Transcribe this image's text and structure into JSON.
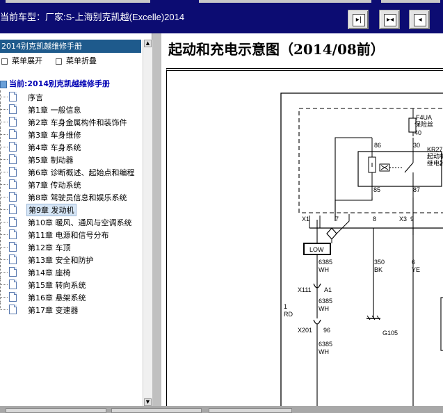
{
  "window": {
    "title": "当前车型：厂家:S-上海别克凯越(Excelle)2014"
  },
  "toolbar": {
    "buttons": [
      {
        "name": "split-view",
        "glyph": "▸|"
      },
      {
        "name": "compare-view",
        "glyph": "▸◂"
      },
      {
        "name": "collapse-view",
        "glyph": "◂"
      }
    ]
  },
  "sidebar": {
    "header": "2014别克凯越维修手册",
    "expand_label": "菜单展开",
    "collapse_label": "菜单折叠",
    "current_label": "当前:2014别克凯越维修手册",
    "items": [
      {
        "label": "序言"
      },
      {
        "label": "第1章  一般信息"
      },
      {
        "label": "第2章  车身金属构件和装饰件"
      },
      {
        "label": "第3章  车身维修"
      },
      {
        "label": "第4章  车身系统"
      },
      {
        "label": "第5章  制动器"
      },
      {
        "label": "第6章  诊断概述、起始点和编程"
      },
      {
        "label": "第7章  传动系统"
      },
      {
        "label": "第8章  驾驶员信息和娱乐系统"
      },
      {
        "label": "第9章  发动机",
        "selected": true
      },
      {
        "label": "第10章  暖风、通风与空调系统"
      },
      {
        "label": "第11章  电源和信号分布"
      },
      {
        "label": "第12章  车顶"
      },
      {
        "label": "第13章  安全和防护"
      },
      {
        "label": "第14章  座椅"
      },
      {
        "label": "第15章  转向系统"
      },
      {
        "label": "第16章  悬架系统"
      },
      {
        "label": "第17章  变速器"
      }
    ]
  },
  "document": {
    "title": "起动和充电示意图（2014/08前）",
    "diagram": {
      "fuse_id": "F4UA",
      "fuse_name": "保险丝",
      "fuse_pin": "40",
      "relay_id": "KR27",
      "relay_name_1": "起动机",
      "relay_name_2": "继电器",
      "pin_86": "86",
      "pin_30": "30",
      "pin_85": "85",
      "pin_87": "87",
      "conn_x1": "X1",
      "conn_x1_pin": "7",
      "pin_8": "8",
      "conn_x3": "X3",
      "conn_x3_pin": "9",
      "low_label": "LOW",
      "wire_a_num": "6385",
      "wire_a_col": "WH",
      "wire_b_num": "350",
      "wire_b_col": "BK",
      "wire_c_num": "6",
      "wire_c_col": "YE",
      "conn_x111": "X111",
      "conn_x111_pin": "A1",
      "wire_d_num": "6385",
      "wire_d_col": "WH",
      "wire_e_num": "1",
      "wire_e_col": "RD",
      "conn_x201": "X201",
      "conn_x201_pin": "96",
      "ground": "G105",
      "wire_f_num": "6385",
      "wire_f_col": "WH"
    }
  }
}
